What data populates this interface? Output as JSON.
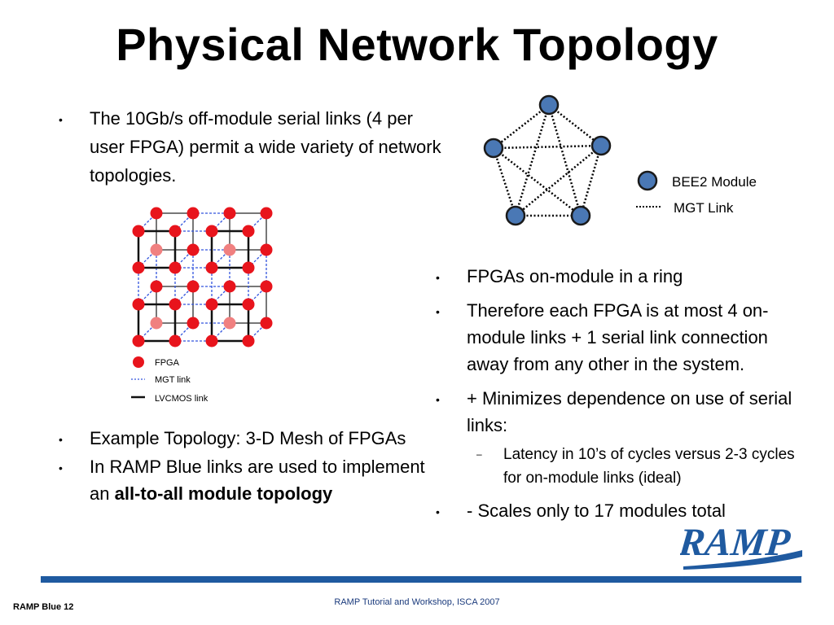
{
  "slide": {
    "title": "Physical Network Topology",
    "left_top_bullets": [
      "The 10Gb/s off-module serial links (4 per user FPGA) permit a wide variety of network topologies."
    ],
    "left_bottom_bullets": [
      {
        "text": "Example Topology: 3-D Mesh of FPGAs",
        "bold": ""
      },
      {
        "text": "In RAMP Blue links are used to implement an ",
        "bold": "all-to-all module topology"
      }
    ],
    "right_bullets": [
      "FPGAs on-module in a ring",
      "Therefore each FPGA is at most 4 on-module links + 1 serial link connection away from any other in the system.",
      "+ Minimizes dependence on use of serial links:"
    ],
    "right_sub_bullet": "Latency in 10’s of cycles versus 2-3 cycles for on-module links (ideal)",
    "right_last_bullet": "- Scales only to 17 modules total",
    "bullet_char": "•",
    "sub_bullet_char": "–"
  },
  "pentagon_diagram": {
    "legend_module": "BEE2 Module",
    "legend_link": "MGT Link",
    "node_color": "#4a78b5",
    "node_count": 5
  },
  "mesh_diagram": {
    "legend_fpga": "FPGA",
    "legend_mgt": "MGT link",
    "legend_lvcmos": "LVCMOS link",
    "fpga_color": "#e8141c",
    "mgt_color": "#3355dd",
    "grid": "4x4x2"
  },
  "footer": {
    "center": "RAMP Tutorial and Workshop, ISCA 2007",
    "left": "RAMP Blue 12"
  },
  "logo": {
    "text": "RAMP",
    "color": "#1f5aa0"
  }
}
